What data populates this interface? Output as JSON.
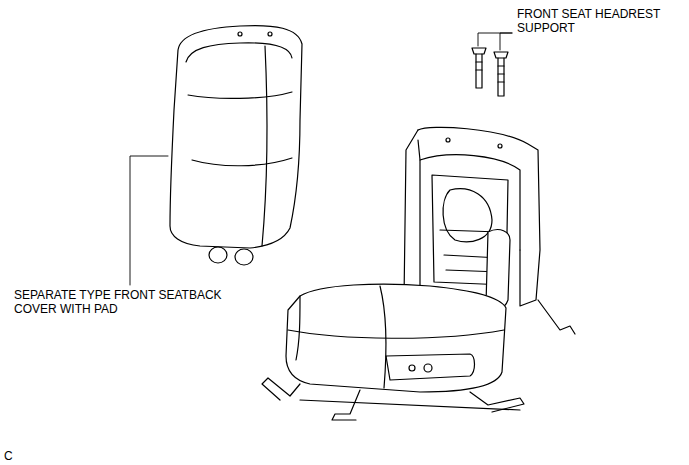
{
  "diagram": {
    "labels": [
      "FRONT SEAT HEADREST SUPPORT",
      "SEPARATE TYPE FRONT SEATBACK COVER WITH PAD",
      "C"
    ]
  }
}
